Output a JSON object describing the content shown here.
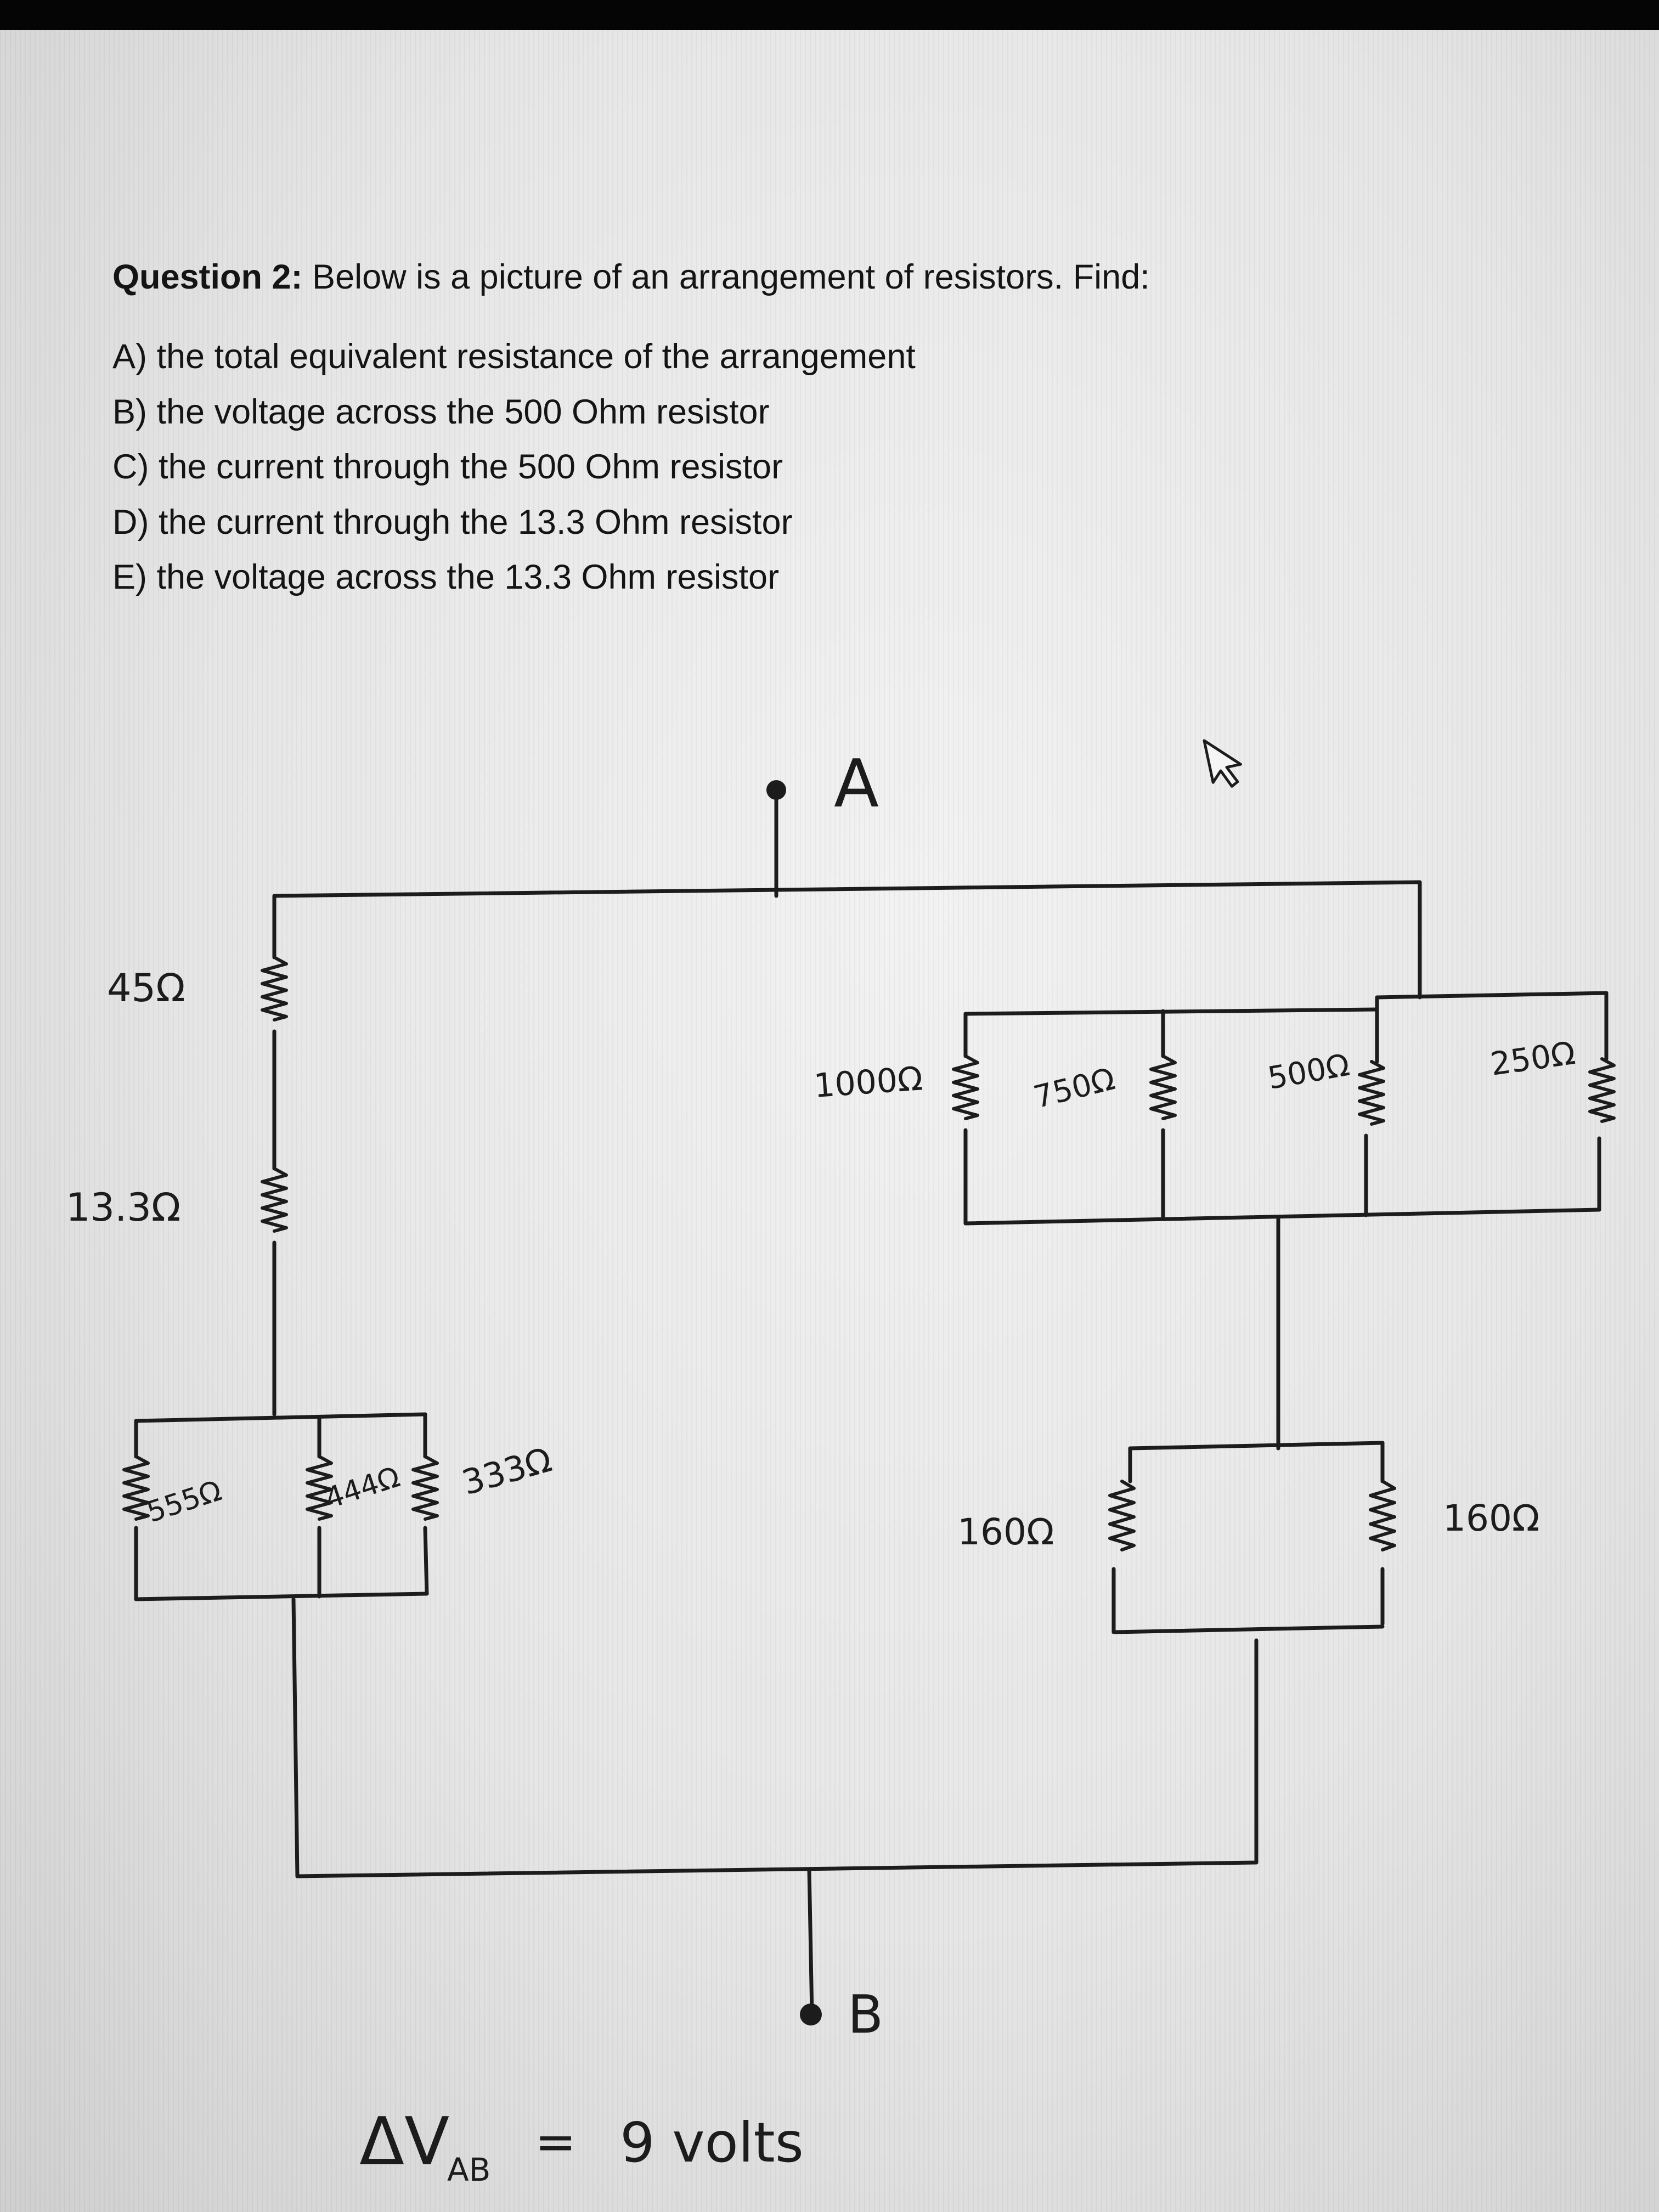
{
  "question": {
    "number_label": "Question 2:",
    "prompt": "Below is a picture of an arrangement of resistors. Find:",
    "items": [
      "A) the total equivalent resistance of the arrangement",
      "B) the voltage across the 500 Ohm resistor",
      "C) the current through the 500 Ohm resistor",
      "D) the current through the 13.3 Ohm resistor",
      "E) the voltage across the 13.3 Ohm resistor"
    ]
  },
  "circuit": {
    "node_a": "A",
    "node_b": "B",
    "resistors": {
      "r45": "45Ω",
      "r13_3": "13.3Ω",
      "r555": "555Ω",
      "r444": "444Ω",
      "r333": "333Ω",
      "r1000": "1000Ω",
      "r750": "750Ω",
      "r500": "500Ω",
      "r250": "250Ω",
      "r160_left": "160Ω",
      "r160_right": "160Ω"
    },
    "voltage": {
      "symbol": "ΔV",
      "subscript": "AB",
      "equals": "=",
      "value": "9 volts"
    }
  },
  "colors": {
    "ink": "#1c1c1c",
    "paper": "#ebebeb",
    "text": "#141414"
  },
  "icons": {
    "cursor": "mouse-pointer-icon"
  }
}
